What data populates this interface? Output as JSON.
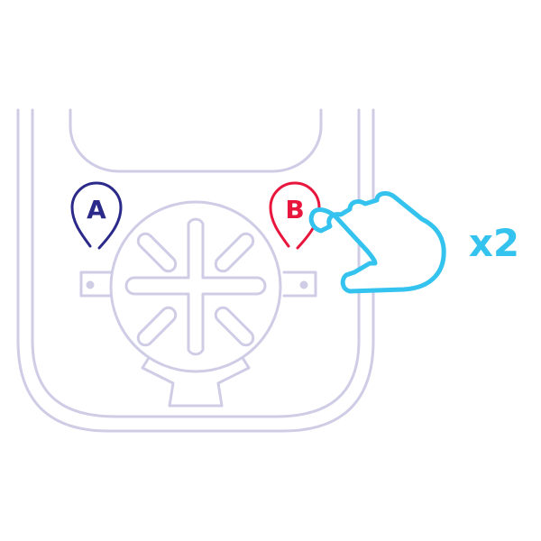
{
  "colors": {
    "device_outline": "#cfcce6",
    "label_a": "#2b2a8a",
    "label_b": "#e8163c",
    "hand": "#34c3ee",
    "background": "#ffffff"
  },
  "labels": {
    "a": "A",
    "b": "B",
    "repeat": "x2"
  },
  "icons": {
    "hand": "pointing-hand-icon",
    "button_marker": "map-pin-icon",
    "dpad": "dpad-icon"
  }
}
